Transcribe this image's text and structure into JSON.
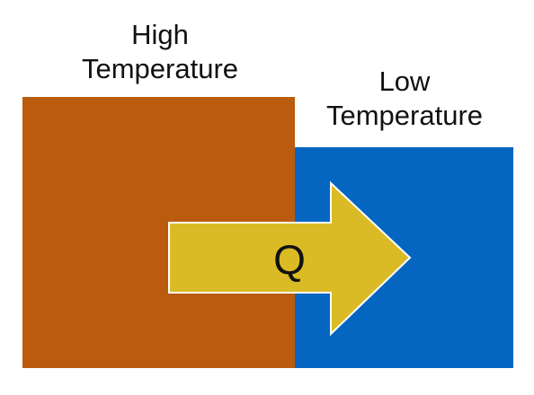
{
  "hot_block": {
    "label_line1": "High",
    "label_line2": "Temperature",
    "color": "#bb5b0e"
  },
  "cold_block": {
    "label_line1": "Low",
    "label_line2": "Temperature",
    "color": "#0566c2"
  },
  "heat_arrow": {
    "label": "Q",
    "color": "#dabb25",
    "outline_color": "#ffffff"
  }
}
